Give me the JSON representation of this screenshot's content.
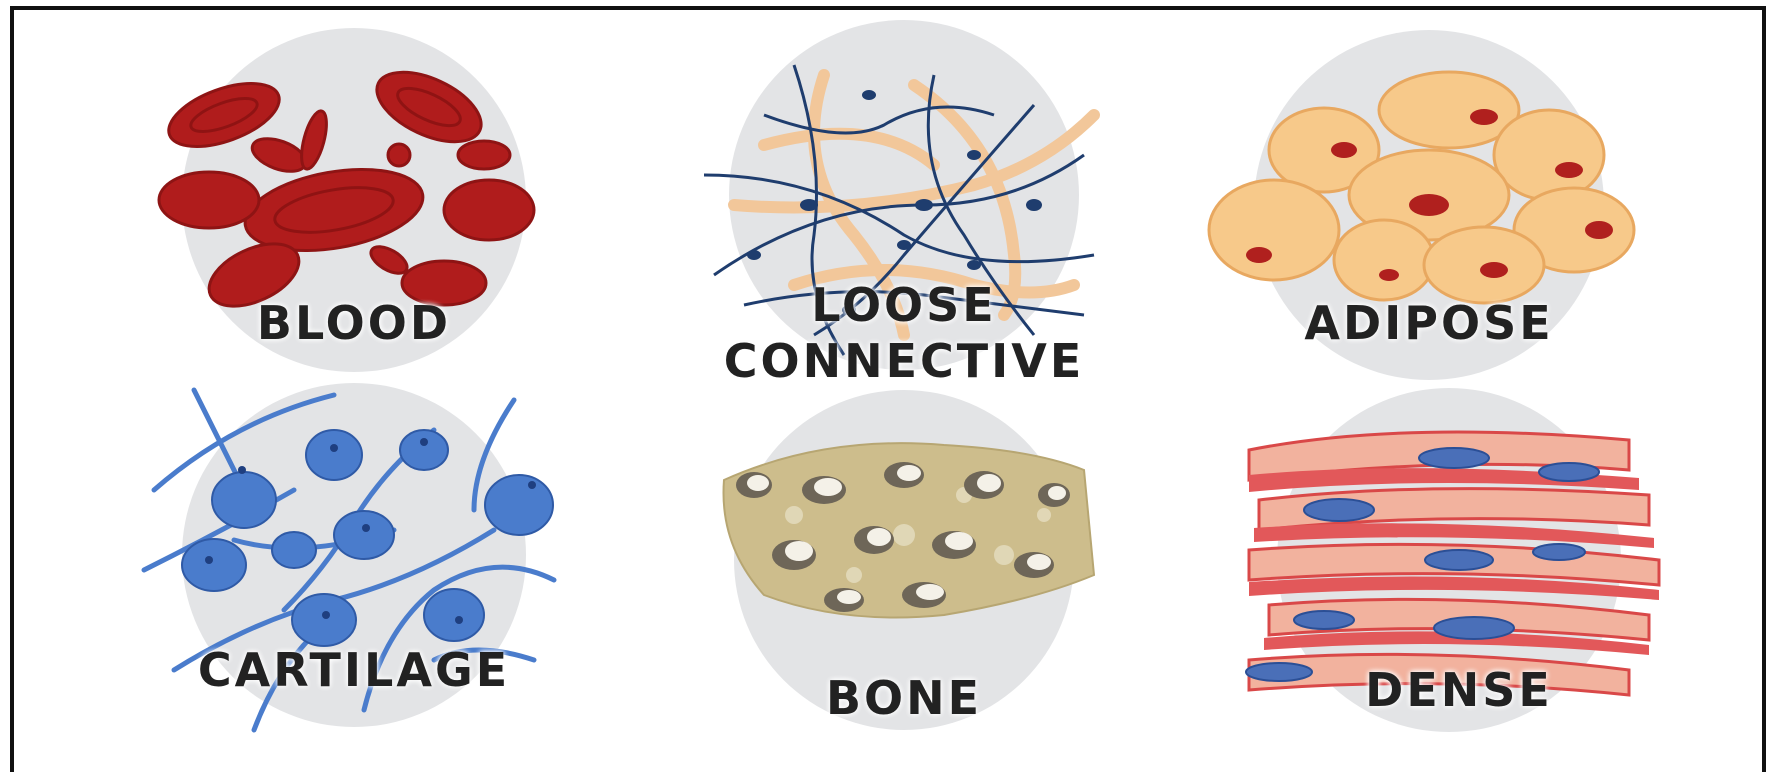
{
  "tissues": [
    {
      "id": "blood",
      "label": "BLOOD"
    },
    {
      "id": "loose",
      "label": "LOOSE\nCONNECTIVE"
    },
    {
      "id": "adipose",
      "label": "ADIPOSE"
    },
    {
      "id": "cartilage",
      "label": "CARTILAGE"
    },
    {
      "id": "bone",
      "label": "BONE"
    },
    {
      "id": "dense",
      "label": "DENSE"
    }
  ],
  "colors": {
    "circle_bg": "#e3e4e6",
    "blood": "#b01c1c",
    "loose_fiber": "#f2c79a",
    "loose_thread": "#1f3d6e",
    "adipose_cell": "#f7c98a",
    "adipose_nucleus": "#b0201e",
    "cartilage": "#4a7ccc",
    "bone_matrix": "#cdbd8c",
    "bone_hole": "#6e6658",
    "dense_fiber": "#e2585a",
    "dense_nucleus": "#4a6fb8"
  }
}
